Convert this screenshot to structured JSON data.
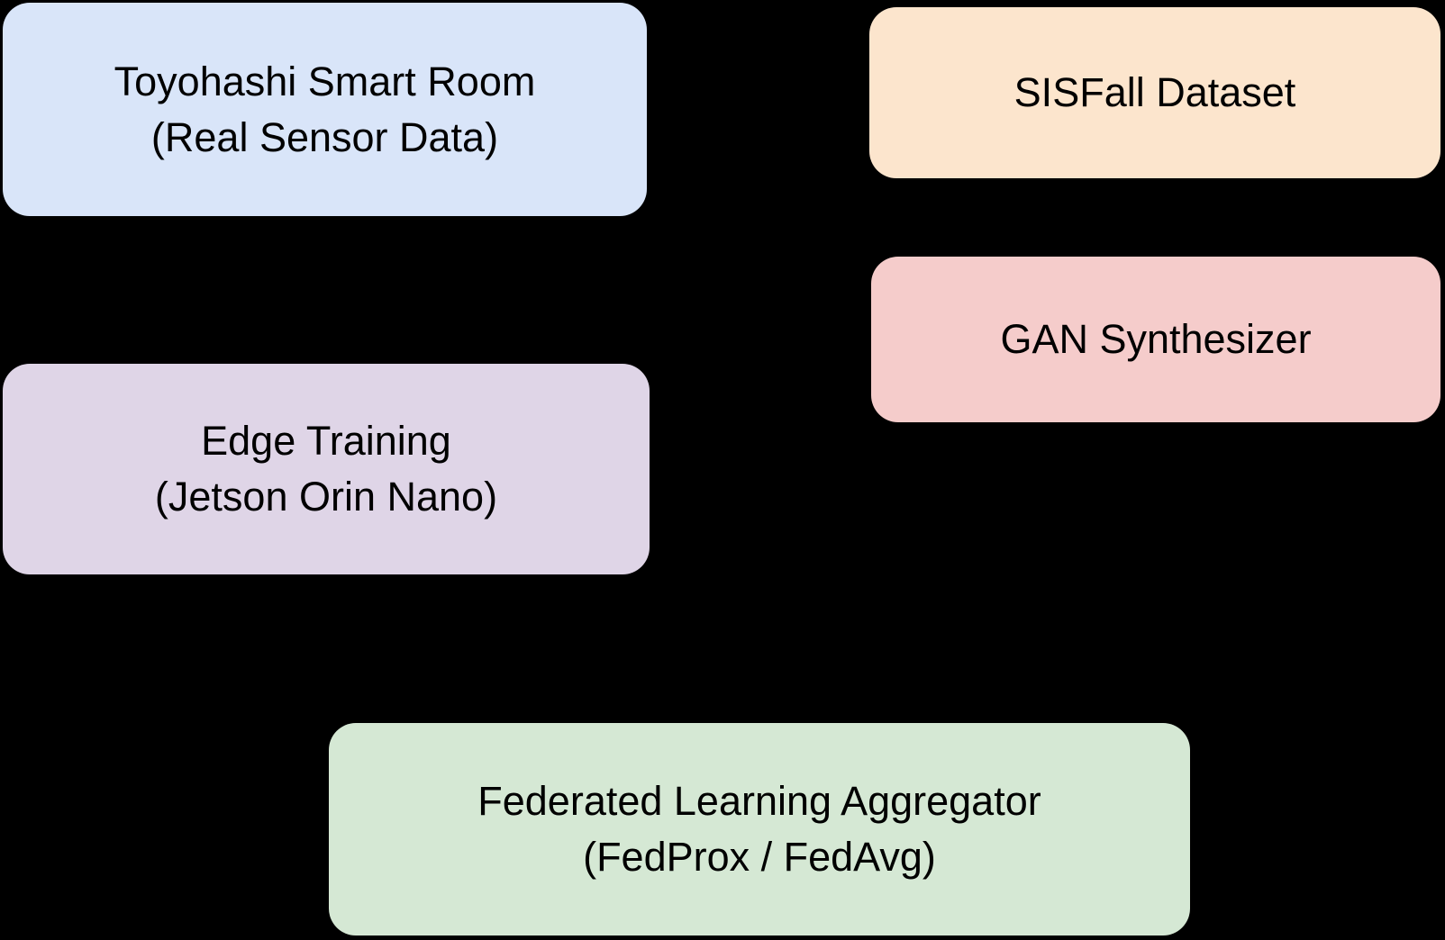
{
  "diagram": {
    "background_color": "#000000",
    "text_color": "#000000",
    "nodes": [
      {
        "id": "toyohashi-smart-room",
        "line1": "Toyohashi Smart Room",
        "line2": "(Real Sensor Data)",
        "bg": "#D9E5F9"
      },
      {
        "id": "sisfall-dataset",
        "line1": "SISFall Dataset",
        "line2": "",
        "bg": "#FCE5CD"
      },
      {
        "id": "gan-synthesizer",
        "line1": "GAN Synthesizer",
        "line2": "",
        "bg": "#F5CCCB"
      },
      {
        "id": "edge-training",
        "line1": "Edge Training",
        "line2": "(Jetson Orin Nano)",
        "bg": "#DFD5E7"
      },
      {
        "id": "federated-learning-aggregator",
        "line1": "Federated Learning Aggregator",
        "line2": "(FedProx / FedAvg)",
        "bg": "#D5E8D4"
      }
    ]
  }
}
